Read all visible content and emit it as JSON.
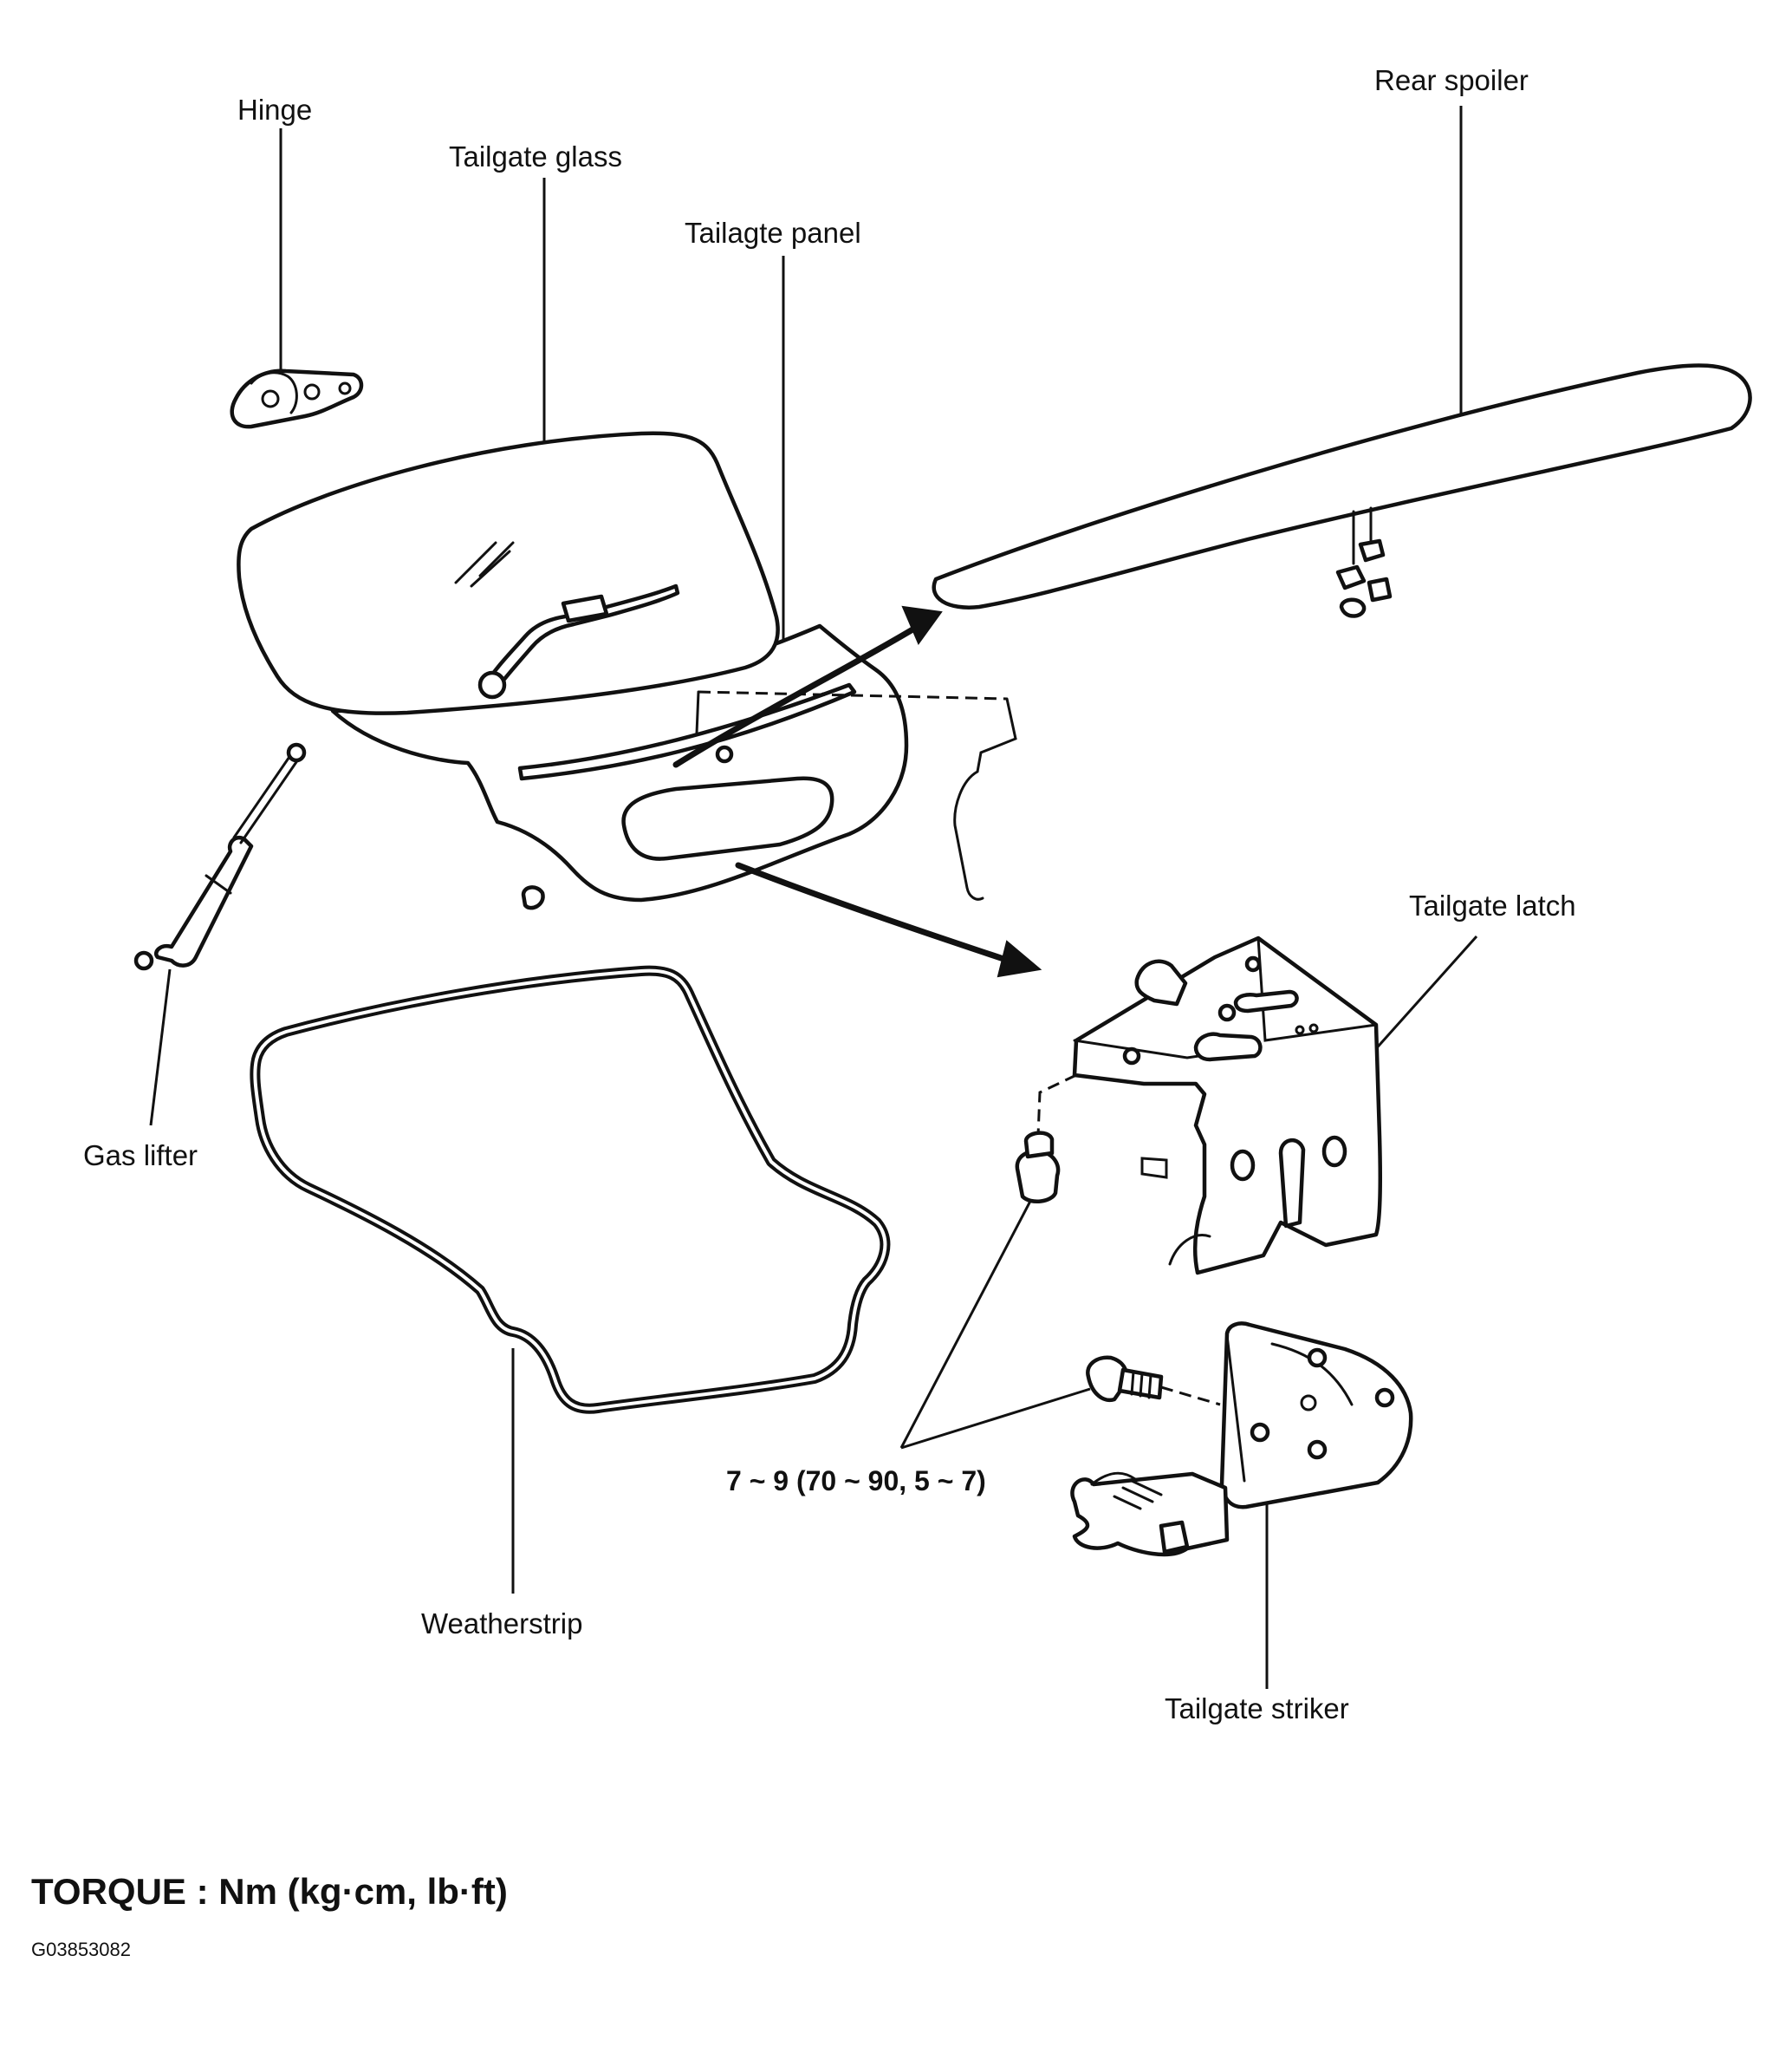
{
  "labels": {
    "hinge": "Hinge",
    "tailgate_glass": "Tailgate glass",
    "tailgate_panel": "Tailagte panel",
    "rear_spoiler": "Rear spoiler",
    "gas_lifter": "Gas lifter",
    "tailgate_latch": "Tailgate latch",
    "weatherstrip": "Weatherstrip",
    "tailgate_striker": "Tailgate striker",
    "torque_spec": "7 ~ 9 (70 ~ 90, 5 ~ 7)"
  },
  "footer": {
    "title": "TORQUE : Nm (kg·cm, lb·ft)",
    "code": "G03853082"
  }
}
